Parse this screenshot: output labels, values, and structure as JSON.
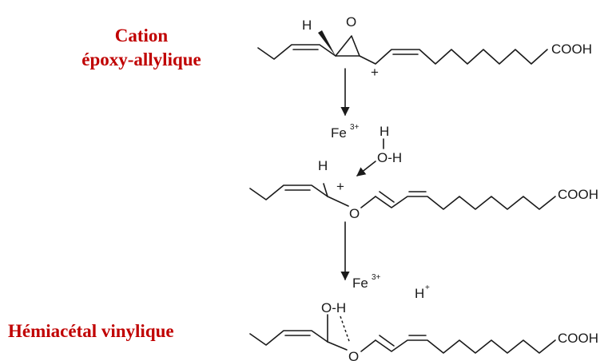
{
  "labels": {
    "cation_line1": "Cation",
    "cation_line2": "époxy-allylique",
    "hemiacetal": "Hémiacétal vinylique"
  },
  "molecule_top": {
    "h": "H",
    "o": "O",
    "plus": "+",
    "cooh": "COOH"
  },
  "step1": {
    "fe": "Fe",
    "fe_charge": "3+",
    "h": "H",
    "oh": "O-H"
  },
  "molecule_mid": {
    "h": "H",
    "plus": "+",
    "o": "O",
    "cooh": "COOH"
  },
  "step2": {
    "fe": "Fe",
    "fe_charge": "3+",
    "h": "H",
    "h_charge": "+"
  },
  "molecule_bottom": {
    "oh": "O-H",
    "o": "O",
    "cooh": "COOH"
  },
  "colors": {
    "label": "#c00000",
    "ink": "#1a1a1a"
  }
}
